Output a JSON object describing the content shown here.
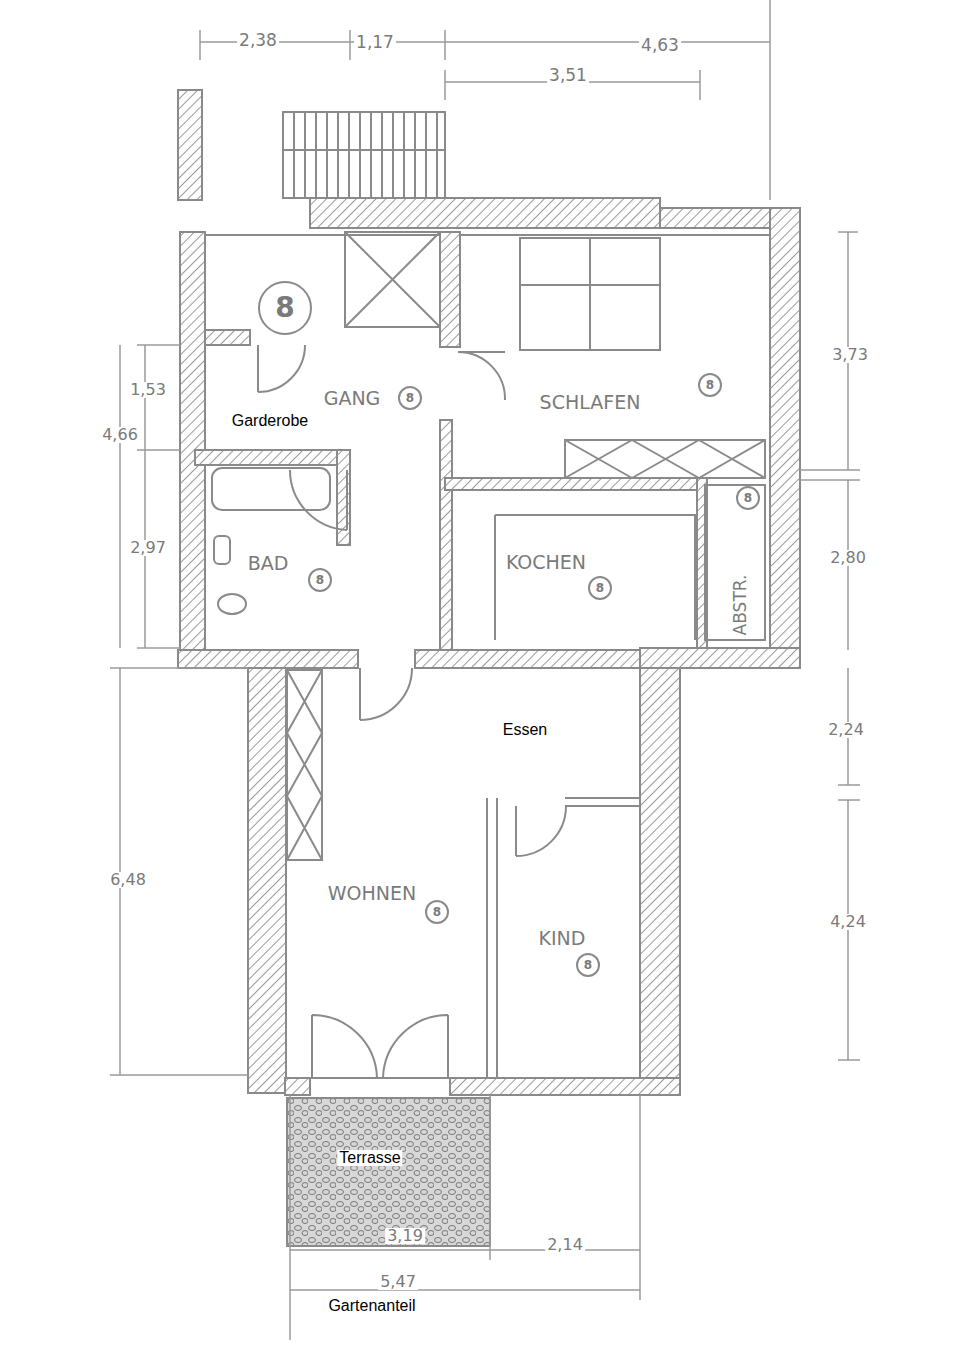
{
  "diagram": {
    "labels": [
      "2,38",
      "1,17",
      "4,63",
      "3,51",
      "8",
      "GANG",
      "8",
      "SCHLAFEN",
      "8",
      "Garderobe",
      "1,53",
      "4,66",
      "3,73",
      "BAD",
      "8",
      "KOCHEN",
      "8",
      "8",
      "ABSTR.",
      "2,97",
      "2,80",
      "Essen",
      "2,24",
      "6,48",
      "WOHNEN",
      "8",
      "KIND",
      "8",
      "4,24",
      "Terrasse",
      "3,19",
      "2,14",
      "5,47",
      "Gartenanteil"
    ]
  }
}
